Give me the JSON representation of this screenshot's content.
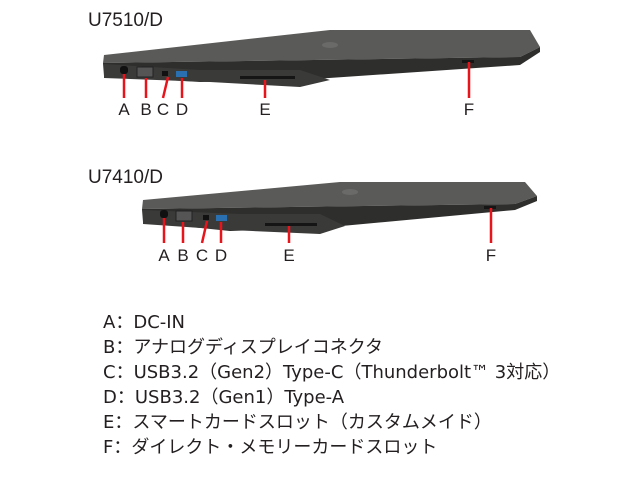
{
  "models": [
    {
      "name": "U7510/D",
      "ports": [
        "A",
        "B",
        "C",
        "D",
        "E",
        "F"
      ]
    },
    {
      "name": "U7410/D",
      "ports": [
        "A",
        "B",
        "C",
        "D",
        "E",
        "F"
      ]
    }
  ],
  "legend": [
    {
      "key": "A",
      "sep": "：",
      "text": "DC-IN"
    },
    {
      "key": "B",
      "sep": "：",
      "text": "アナログディスプレイコネクタ"
    },
    {
      "key": "C",
      "sep": "：",
      "text": "USB3.2（Gen2）Type-C（Thunderbolt™ 3対応）"
    },
    {
      "key": "D",
      "sep": "：",
      "text": "USB3.2（Gen1）Type-A"
    },
    {
      "key": "E",
      "sep": "：",
      "text": "スマートカードスロット（カスタムメイド）"
    },
    {
      "key": "F",
      "sep": "：",
      "text": "ダイレクト・メモリーカードスロット"
    }
  ],
  "colors": {
    "callout": "#e8141c",
    "body": "#4a4a48",
    "edge": "#2b2b2a"
  }
}
